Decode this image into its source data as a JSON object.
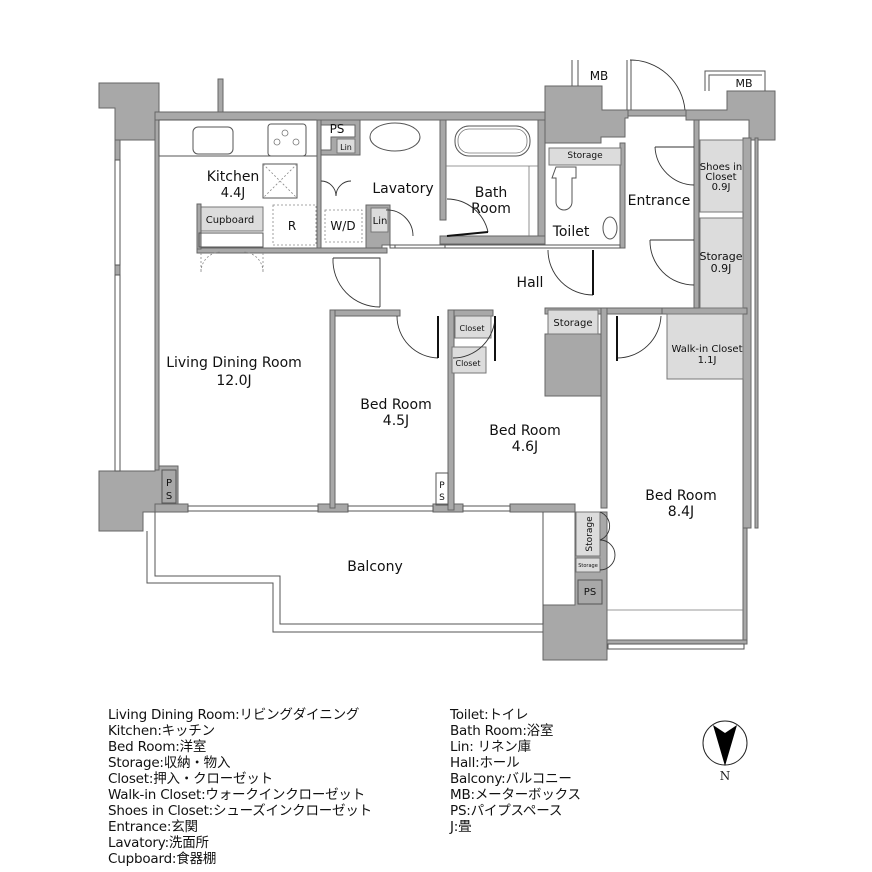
{
  "rooms": {
    "kitchen": {
      "name": "Kitchen",
      "size": "4.4J"
    },
    "ldk": {
      "name": "Living Dining Room",
      "size": "12.0J"
    },
    "lavatory": {
      "name": "Lavatory"
    },
    "bath": {
      "line1": "Bath",
      "line2": "Room"
    },
    "toilet": {
      "name": "Toilet"
    },
    "entrance": {
      "name": "Entrance"
    },
    "hall": {
      "name": "Hall"
    },
    "shoes_closet": {
      "line1": "Shoes in",
      "line2": "Closet",
      "size": "0.9J"
    },
    "entrance_storage": {
      "name": "Storage",
      "size": "0.9J"
    },
    "walkin": {
      "name": "Walk-in Closet",
      "size": "1.1J"
    },
    "bed1": {
      "name": "Bed Room",
      "size": "4.5J"
    },
    "bed2": {
      "name": "Bed Room",
      "size": "4.6J"
    },
    "bed3": {
      "name": "Bed Room",
      "size": "8.4J"
    },
    "balcony": {
      "name": "Balcony"
    }
  },
  "fixtures": {
    "ps": "PS",
    "p": "P",
    "s": "S",
    "lin": "Lin",
    "cupboard": "Cupboard",
    "fridge": "R",
    "washer": "W/D",
    "mb": "MB",
    "closet": "Closet",
    "storage": "Storage"
  },
  "legend": {
    "left": [
      "Living Dining Room:リビングダイニング",
      "Kitchen:キッチン",
      "Bed Room:洋室",
      "Storage:収納・物入",
      "Closet:押入・クローゼット",
      "Walk-in Closet:ウォークインクローゼット",
      "Shoes in Closet:シューズインクローゼット",
      "Entrance:玄関",
      "Lavatory:洗面所",
      "Cupboard:食器棚"
    ],
    "right": [
      "Toilet:トイレ",
      "Bath Room:浴室",
      "Lin: リネン庫",
      "Hall:ホール",
      "Balcony:バルコニー",
      "MB:メーターボックス",
      "PS:パイプスペース",
      "J:畳"
    ]
  },
  "compass": {
    "label": "N"
  },
  "colors": {
    "wall": "#a8a8a8",
    "storage": "#dcdcdc",
    "line": "#555555"
  }
}
